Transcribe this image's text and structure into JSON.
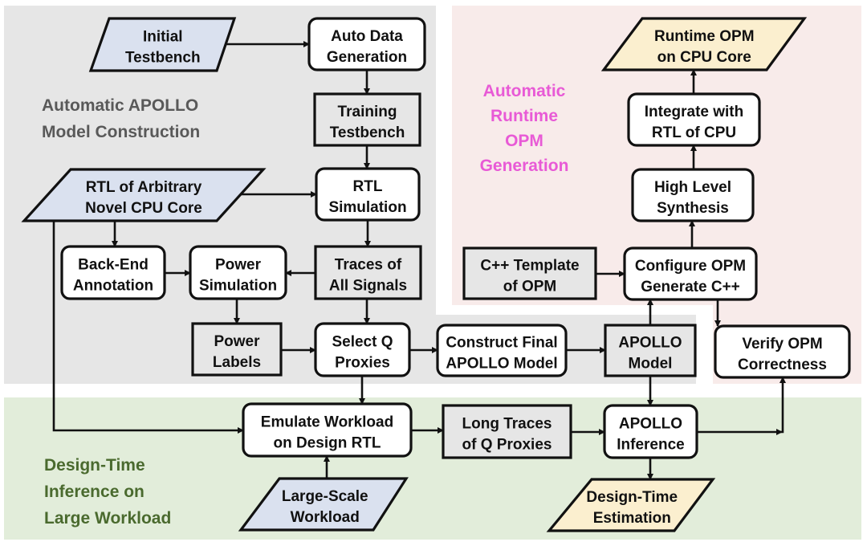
{
  "regions": {
    "model_construction": {
      "label": [
        "Automatic APOLLO",
        "Model Construction"
      ],
      "fill": "#e6e6e6",
      "label_color": "#595959"
    },
    "runtime_opm": {
      "label": [
        "Automatic",
        "Runtime",
        "OPM",
        "Generation"
      ],
      "fill": "#f8ebea",
      "label_color": "#e85ad6"
    },
    "design_time": {
      "label": [
        "Design-Time",
        "Inference on",
        "Large Workload"
      ],
      "fill": "#e2edda",
      "label_color": "#4a6a2e"
    }
  },
  "colors": {
    "input_fill": "#dae1ef",
    "output_fill": "#fbefcf",
    "process_fill": "#ffffff",
    "data_fill": "#e6e6e6",
    "stroke": "#111111"
  },
  "nodes": {
    "initial_testbench": {
      "lines": [
        "Initial",
        "Testbench"
      ],
      "kind": "input"
    },
    "auto_data_generation": {
      "lines": [
        "Auto Data",
        "Generation"
      ],
      "kind": "process"
    },
    "training_testbench": {
      "lines": [
        "Training",
        "Testbench"
      ],
      "kind": "data"
    },
    "rtl_arbitrary_cpu": {
      "lines": [
        "RTL of Arbitrary",
        "Novel CPU Core"
      ],
      "kind": "input"
    },
    "rtl_simulation": {
      "lines": [
        "RTL",
        "Simulation"
      ],
      "kind": "process"
    },
    "back_end_annotation": {
      "lines": [
        "Back-End",
        "Annotation"
      ],
      "kind": "process"
    },
    "power_simulation": {
      "lines": [
        "Power",
        "Simulation"
      ],
      "kind": "process"
    },
    "traces_all_signals": {
      "lines": [
        "Traces of",
        "All Signals"
      ],
      "kind": "data"
    },
    "power_labels": {
      "lines": [
        "Power",
        "Labels"
      ],
      "kind": "data"
    },
    "select_q_proxies": {
      "lines": [
        "Select Q",
        "Proxies"
      ],
      "kind": "process"
    },
    "construct_final_model": {
      "lines": [
        "Construct Final",
        "APOLLO Model"
      ],
      "kind": "process"
    },
    "apollo_model": {
      "lines": [
        "APOLLO",
        "Model"
      ],
      "kind": "data"
    },
    "cpp_template": {
      "lines": [
        "C++ Template",
        "of OPM"
      ],
      "kind": "data"
    },
    "configure_opm": {
      "lines": [
        "Configure OPM",
        "Generate C++"
      ],
      "kind": "process"
    },
    "high_level_synthesis": {
      "lines": [
        "High Level",
        "Synthesis"
      ],
      "kind": "process"
    },
    "integrate_rtl": {
      "lines": [
        "Integrate with",
        "RTL of CPU"
      ],
      "kind": "process"
    },
    "runtime_opm_core": {
      "lines": [
        "Runtime OPM",
        "on CPU Core"
      ],
      "kind": "output"
    },
    "verify_opm": {
      "lines": [
        "Verify OPM",
        "Correctness"
      ],
      "kind": "process"
    },
    "emulate_workload": {
      "lines": [
        "Emulate Workload",
        "on Design RTL"
      ],
      "kind": "process"
    },
    "large_scale_workload": {
      "lines": [
        "Large-Scale",
        "Workload"
      ],
      "kind": "input"
    },
    "long_traces": {
      "lines": [
        "Long Traces",
        "of Q Proxies"
      ],
      "kind": "data"
    },
    "apollo_inference": {
      "lines": [
        "APOLLO",
        "Inference"
      ],
      "kind": "process"
    },
    "design_time_estimation": {
      "lines": [
        "Design-Time",
        "Estimation"
      ],
      "kind": "output"
    }
  },
  "edges": [
    [
      "initial_testbench",
      "auto_data_generation"
    ],
    [
      "auto_data_generation",
      "training_testbench"
    ],
    [
      "training_testbench",
      "rtl_simulation"
    ],
    [
      "rtl_arbitrary_cpu",
      "rtl_simulation"
    ],
    [
      "rtl_arbitrary_cpu",
      "back_end_annotation"
    ],
    [
      "rtl_arbitrary_cpu",
      "emulate_workload"
    ],
    [
      "rtl_simulation",
      "traces_all_signals"
    ],
    [
      "back_end_annotation",
      "power_simulation"
    ],
    [
      "traces_all_signals",
      "power_simulation"
    ],
    [
      "traces_all_signals",
      "select_q_proxies"
    ],
    [
      "power_simulation",
      "power_labels"
    ],
    [
      "power_labels",
      "select_q_proxies"
    ],
    [
      "select_q_proxies",
      "construct_final_model"
    ],
    [
      "select_q_proxies",
      "emulate_workload"
    ],
    [
      "construct_final_model",
      "apollo_model"
    ],
    [
      "apollo_model",
      "configure_opm"
    ],
    [
      "apollo_model",
      "apollo_inference"
    ],
    [
      "cpp_template",
      "configure_opm"
    ],
    [
      "configure_opm",
      "high_level_synthesis"
    ],
    [
      "configure_opm",
      "verify_opm"
    ],
    [
      "high_level_synthesis",
      "integrate_rtl"
    ],
    [
      "integrate_rtl",
      "runtime_opm_core"
    ],
    [
      "large_scale_workload",
      "emulate_workload"
    ],
    [
      "emulate_workload",
      "long_traces"
    ],
    [
      "long_traces",
      "apollo_inference"
    ],
    [
      "apollo_inference",
      "design_time_estimation"
    ],
    [
      "apollo_inference",
      "verify_opm"
    ]
  ]
}
